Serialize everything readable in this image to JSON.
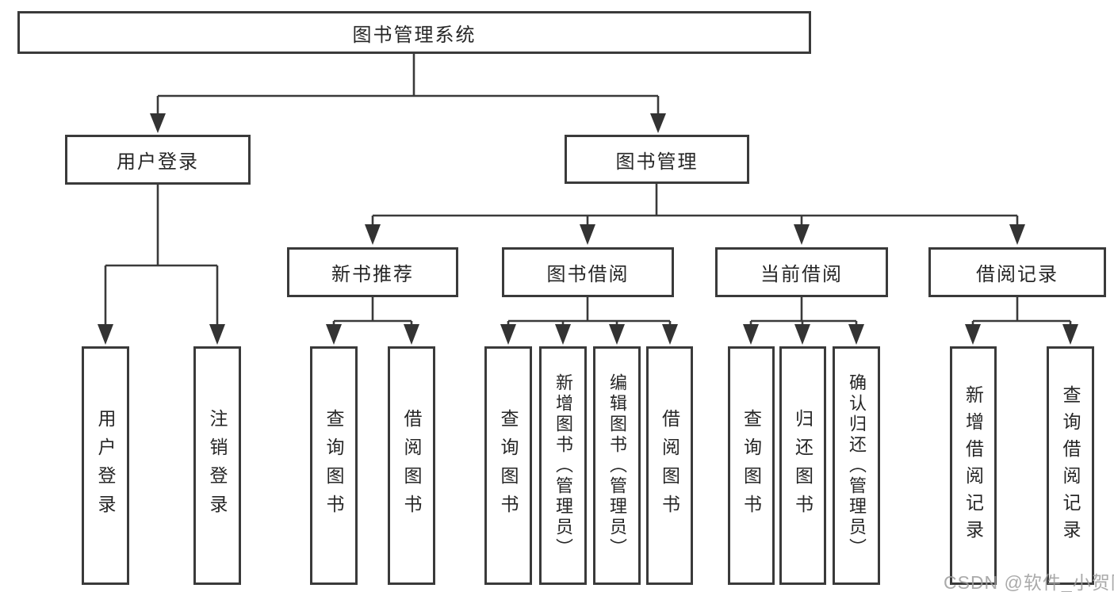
{
  "diagram": {
    "root": {
      "label": "图书管理系统"
    },
    "branches": [
      {
        "label": "用户登录",
        "children": [
          "用户登录",
          "注销登录"
        ]
      },
      {
        "label": "图书管理",
        "children": [
          {
            "label": "新书推荐",
            "children": [
              "查询图书",
              "借阅图书"
            ]
          },
          {
            "label": "图书借阅",
            "children": [
              "查询图书",
              "新增图书（管理员）",
              "编辑图书（管理员）",
              "借阅图书"
            ]
          },
          {
            "label": "当前借阅",
            "children": [
              "查询图书",
              "归还图书",
              "确认归还（管理员）"
            ]
          },
          {
            "label": "借阅记录",
            "children": [
              "新增借阅记录",
              "查询借阅记录"
            ]
          }
        ]
      }
    ]
  },
  "watermark": {
    "text": "CSDN @软件_小贺同学"
  },
  "style": {
    "line_color": "#3a3a3a",
    "box_border_color": "#3a3a3a",
    "text_color": "#262626",
    "watermark_color": "#9b9b9b",
    "background_color": "#ffffff"
  }
}
